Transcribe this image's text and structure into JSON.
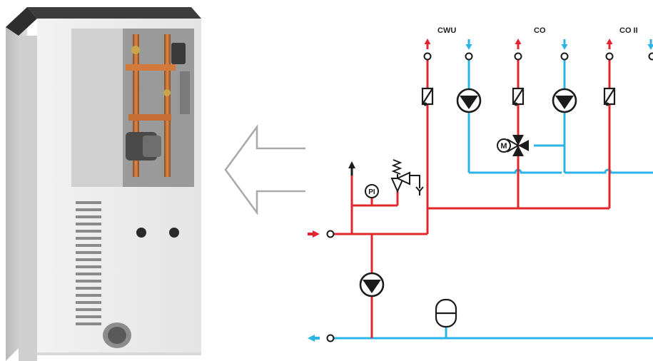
{
  "diagram": {
    "labels": {
      "cwu": "CWU",
      "co": "CO",
      "co2": "CO II",
      "pressure_indicator": "PI",
      "motor": "M"
    },
    "colors": {
      "supply": "#e3262e",
      "return": "#2cb4e6",
      "symbol": "#1b1b1b",
      "arrow_outline": "#a9a9a9"
    }
  }
}
